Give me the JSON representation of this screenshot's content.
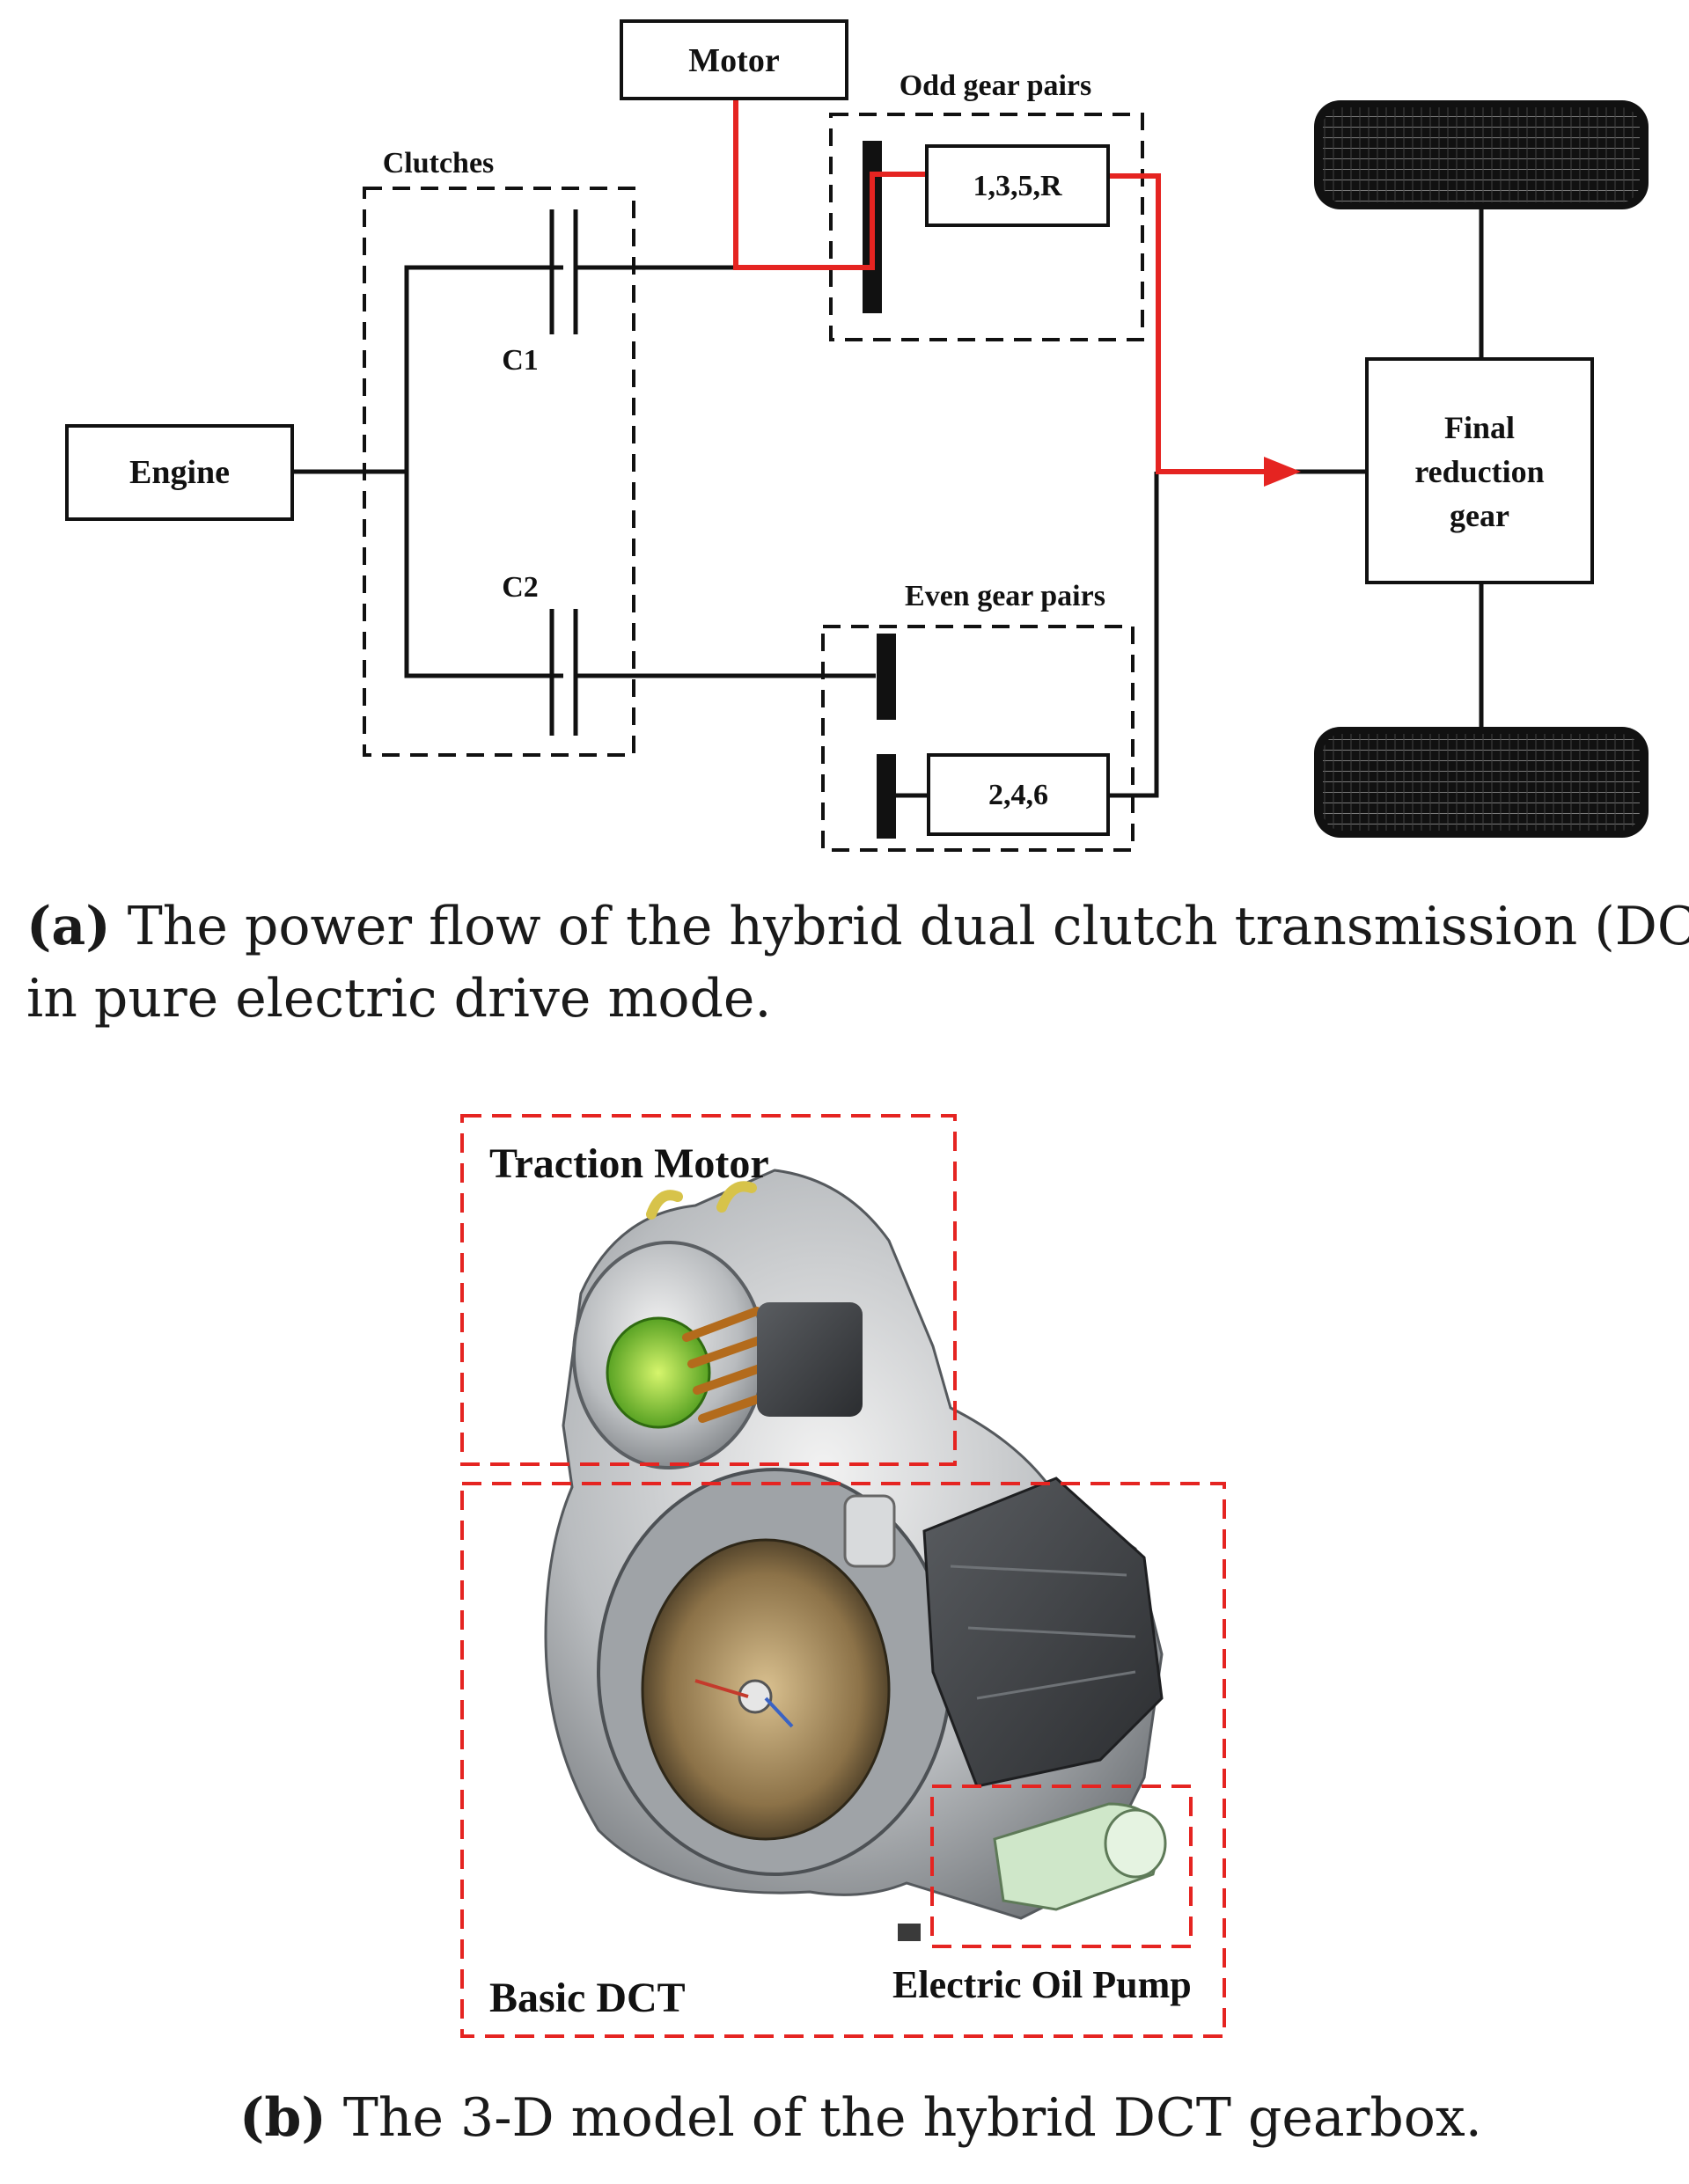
{
  "diagram_a": {
    "blocks": {
      "engine": "Engine",
      "motor": "Motor",
      "odd_gears": "1,3,5,R",
      "even_gears": "2,4,6",
      "final_line1": "Final",
      "final_line2": "reduction",
      "final_line3": "gear"
    },
    "group_labels": {
      "clutches": "Clutches",
      "odd_pairs": "Odd gear pairs",
      "even_pairs": "Even gear pairs"
    },
    "clutch_labels": {
      "c1": "C1",
      "c2": "C2"
    },
    "colors": {
      "power_flow": "#e52421",
      "line": "#111111"
    }
  },
  "caption_a": {
    "tag": "(a)",
    "line1": "The power flow of the hybrid dual clutch transmission (DCT)",
    "line2": "in pure electric drive mode."
  },
  "figure_b": {
    "labels": {
      "traction_motor": "Traction Motor",
      "basic_dct": "Basic DCT",
      "electric_oil_pump": "Electric Oil Pump"
    },
    "colors": {
      "highlight_box": "#e52421"
    }
  },
  "caption_b": {
    "tag": "(b)",
    "text": "The 3-D model of the hybrid DCT gearbox."
  }
}
